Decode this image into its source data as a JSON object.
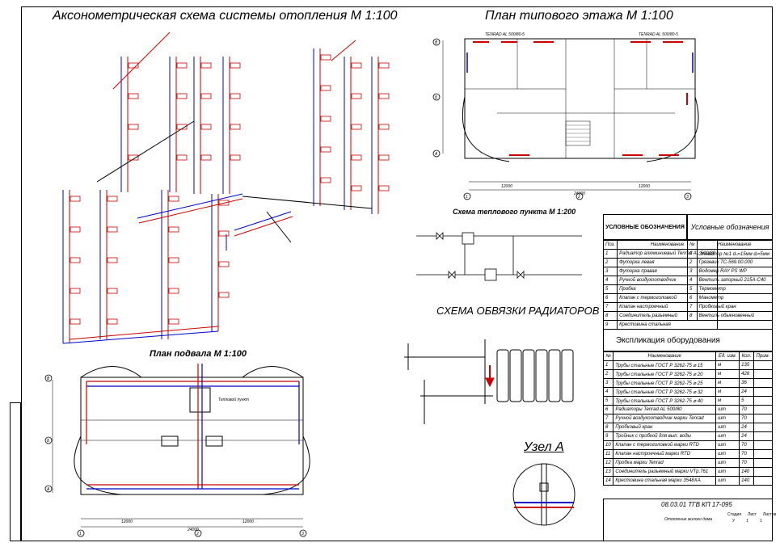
{
  "colors": {
    "supply": "#cc0000",
    "return": "#0000cc",
    "radiator": "#cc0000",
    "line": "#000000"
  },
  "titles": {
    "axonometric": "Аксонометрическая схема системы отопления М 1:100",
    "floor_plan": "План типового этажа М 1:100",
    "heat_point": "Схема теплового пункта М 1:200",
    "radiator_connection": "СХЕМА ОБВЯЗКИ РАДИАТОРОВ",
    "basement": "План подвала М 1:100",
    "node": "Узел А"
  },
  "basement_labels": {
    "heat_point": "Тепловой пункт",
    "dims": [
      "12000",
      "24000",
      "12000"
    ],
    "axes_bottom": [
      "1",
      "2",
      "3"
    ],
    "axes_left": [
      "В",
      "Б",
      "А"
    ]
  },
  "floor_labels": {
    "dims_bottom": [
      "12000",
      "24000",
      "12000"
    ],
    "axes_bottom": [
      "1",
      "2",
      "3"
    ],
    "axes_left": [
      "В",
      "Б",
      "А"
    ],
    "radiator_tag": "TENRAD AL 500/80-5"
  },
  "legend_a": {
    "title": "УСЛОВНЫЕ ОБОЗНАЧЕНИЯ",
    "head": [
      "Поз.",
      "Наименование"
    ],
    "rows": [
      [
        "1",
        "Радиатор алюминиевый Tenrad AL 500/80"
      ],
      [
        "2",
        "Футорка левая"
      ],
      [
        "3",
        "Футорка правая"
      ],
      [
        "4",
        "Ручной воздухоотводчик"
      ],
      [
        "5",
        "Пробка"
      ],
      [
        "6",
        "Клапан с термоголовкой"
      ],
      [
        "7",
        "Клапан настроечный"
      ],
      [
        "8",
        "Соединитель разъемный"
      ],
      [
        "9",
        "Крестовина стальная"
      ]
    ]
  },
  "legend_b": {
    "title": "Условные обозначения",
    "head": [
      "№",
      "Наименование"
    ],
    "rows": [
      [
        "1",
        "Элеватор №1 dₙ=15мм dᵣ=5мм"
      ],
      [
        "2",
        "Грязевик ТС-569.00.000"
      ],
      [
        "3",
        "Водомер RAY PS WP"
      ],
      [
        "4",
        "Вентиль запорный 215А-С40"
      ],
      [
        "5",
        "Термометр"
      ],
      [
        "6",
        "Манометр"
      ],
      [
        "7",
        "Пробковый кран"
      ],
      [
        "8",
        "Вентиль обыкновенный"
      ]
    ]
  },
  "explication": {
    "title": "Экспликация оборудования",
    "head": [
      "№",
      "Наименование",
      "Ед. изм.",
      "Кол.",
      "Прим."
    ],
    "rows": [
      [
        "1",
        "Трубы стальные ГОСТ Р 3262-75 ⌀ 15",
        "м",
        "135",
        ""
      ],
      [
        "2",
        "Трубы стальные ГОСТ Р 3262-75 ⌀ 20",
        "м",
        "426",
        ""
      ],
      [
        "3",
        "Трубы стальные ГОСТ Р 3262-75 ⌀ 25",
        "м",
        "36",
        ""
      ],
      [
        "4",
        "Трубы стальные ГОСТ Р 3262-75 ⌀ 32",
        "м",
        "24",
        ""
      ],
      [
        "5",
        "Трубы стальные ГОСТ Р 3262-75 ⌀ 40",
        "м",
        "5",
        ""
      ],
      [
        "6",
        "Радиаторы Tenrad AL 500/80",
        "шт",
        "70",
        ""
      ],
      [
        "7",
        "Ручной воздухоотводчик марки Tenrad",
        "шт",
        "70",
        ""
      ],
      [
        "8",
        "Пробковый кран",
        "шт",
        "24",
        ""
      ],
      [
        "9",
        "Тройник с пробкой для вып. воды",
        "шт",
        "24",
        ""
      ],
      [
        "10",
        "Клапан с термоголовкой марки RTD",
        "шт",
        "70",
        ""
      ],
      [
        "11",
        "Клапан настроечный марки RTD",
        "шт",
        "70",
        ""
      ],
      [
        "12",
        "Пробка марки Tenrad",
        "шт",
        "70",
        ""
      ],
      [
        "13",
        "Соединитель разъемный марки VTр.761",
        "шт",
        "140",
        ""
      ],
      [
        "14",
        "Крестовина стальная марки 3548XA",
        "шт",
        "140",
        ""
      ]
    ]
  },
  "stamp": {
    "code": "08.03.01 ТГВ КП 17-095",
    "desc": "Отопление жилого дома",
    "sheet_head": [
      "Стадия",
      "Лист",
      "Листов"
    ],
    "sheet_vals": [
      "У",
      "1",
      "1"
    ]
  }
}
